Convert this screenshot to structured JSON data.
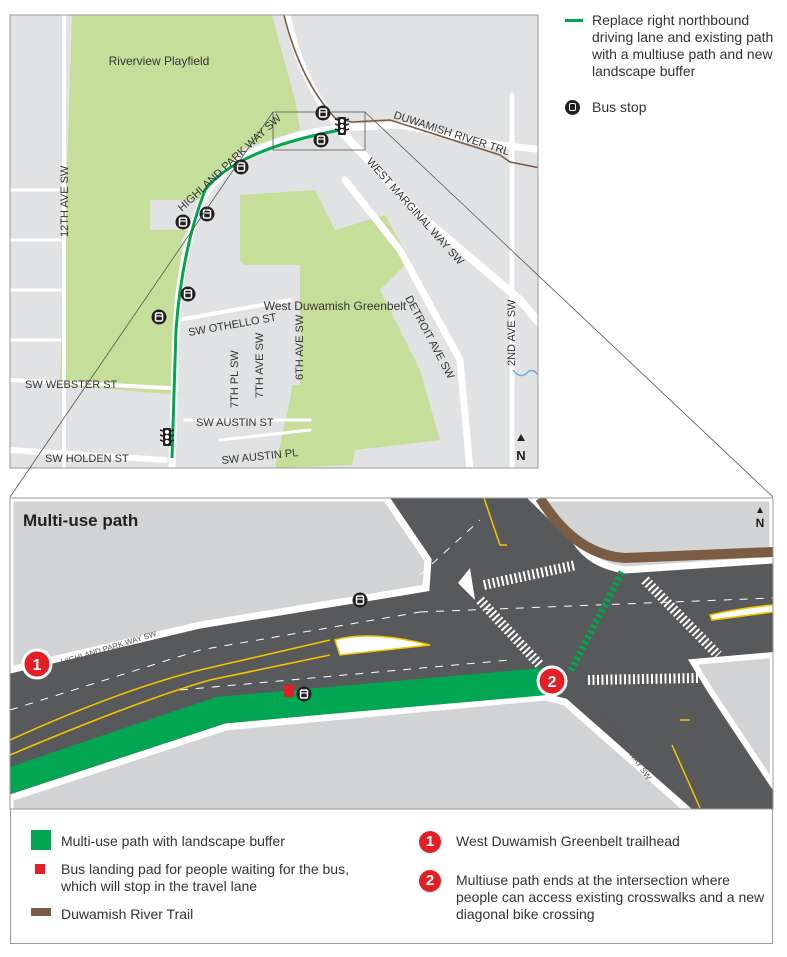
{
  "overview_map": {
    "parks": [
      "Riverview Playfield",
      "West Duwamish Greenbelt"
    ],
    "streets": {
      "highland_park": "HIGHLAND PARK WAY SW",
      "duwamish_trl": "DUWAMISH RIVER TRL",
      "west_marginal": "WEST MARGINAL WAY SW",
      "twelfth": "12TH AVE SW",
      "detroit": "DETROIT AVE SW",
      "second": "2ND AVE SW",
      "othello": "SW OTHELLO ST",
      "seventh_pl": "7TH PL SW",
      "seventh_ave": "7TH AVE SW",
      "sixth_ave": "6TH AVE SW",
      "webster": "SW WEBSTER ST",
      "austin_st": "SW AUSTIN ST",
      "austin_pl": "SW AUSTIN PL",
      "holden": "SW HOLDEN ST"
    },
    "north": "N"
  },
  "detail_map": {
    "title": "Multi-use path",
    "north": "N",
    "streets": {
      "highland_park": "HIGHLAND PARK WAY SW",
      "w_marginal": "W MARGINAL WAY SW"
    },
    "markers": [
      "1",
      "2"
    ]
  },
  "legend_top": [
    {
      "icon": "green-line",
      "label": "Replace right northbound driving lane and existing path with a multiuse path and new landscape buffer"
    },
    {
      "icon": "bus-stop-icon",
      "label": "Bus stop"
    }
  ],
  "legend_bottom": {
    "path": "Multi-use path with landscape buffer",
    "pad": "Bus landing pad for people waiting for the bus, which will stop in the travel lane",
    "trail": "Duwamish River Trail",
    "m1_num": "1",
    "m1": "West Duwamish Greenbelt trailhead",
    "m2_num": "2",
    "m2": "Multiuse path ends at the intersection where people can access existing crosswalks and a new diagonal bike crossing"
  },
  "colors": {
    "path": "#00a651",
    "pad": "#e31e24",
    "trail": "#7a5c44",
    "park": "#c5df9b",
    "road": "#58595b",
    "land": "#e1e2e3"
  }
}
